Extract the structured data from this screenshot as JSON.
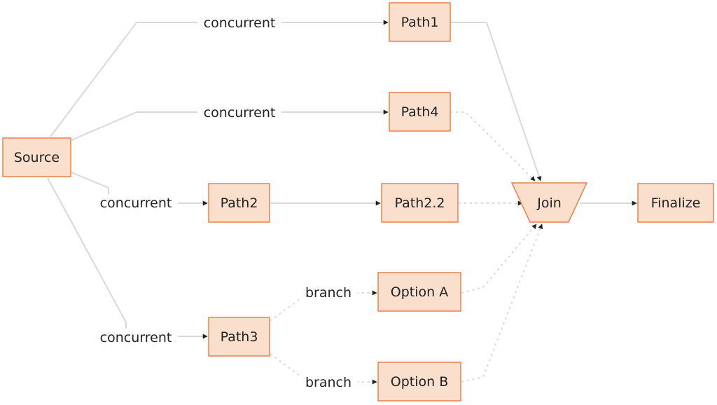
{
  "nodes": {
    "source": "Source",
    "path1": "Path1",
    "path4": "Path4",
    "path2": "Path2",
    "path2_2": "Path2.2",
    "path3": "Path3",
    "option_a": "Option A",
    "option_b": "Option B",
    "join": "Join",
    "finalize": "Finalize"
  },
  "edge_labels": {
    "source_path1": "concurrent",
    "source_path4": "concurrent",
    "source_path2": "concurrent",
    "source_path3": "concurrent",
    "path3_option_a": "branch",
    "path3_option_b": "branch"
  },
  "colors": {
    "node_fill": "#fbdfcd",
    "node_stroke": "#e8824c",
    "edge": "#d9d9d9",
    "arrow": "#222222"
  }
}
